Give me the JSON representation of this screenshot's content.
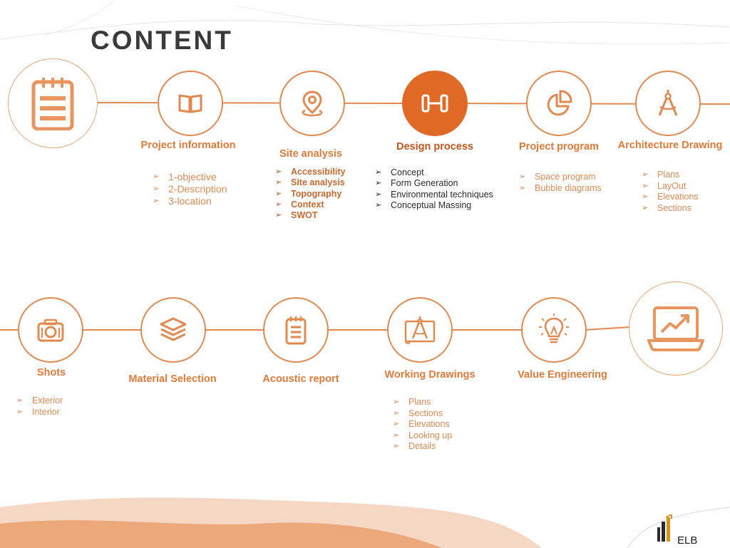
{
  "page": {
    "title": "CONTENT"
  },
  "top_row": [
    {
      "label": "Project information",
      "icon": "book-icon",
      "items": [
        "1-objective",
        "2-Description",
        " 3-location"
      ]
    },
    {
      "label": "Site analysis",
      "icon": "location-pin-icon",
      "items": [
        "Accessibility",
        "Site analysis",
        "Topography",
        "Context",
        "SWOT"
      ]
    },
    {
      "label": "Design process",
      "icon": "dumbbell-icon",
      "items": [
        "Concept",
        "Form Generation",
        "Environmental techniques",
        "Conceptual Massing"
      ]
    },
    {
      "label": "Project program",
      "icon": "pie-chart-icon",
      "items": [
        "Space program",
        " Bubble diagrams"
      ]
    },
    {
      "label": "Architecture Drawing",
      "icon": "compass-icon",
      "items": [
        "Plans",
        "LayOut",
        "Elevations",
        "Sections"
      ]
    }
  ],
  "bottom_row": [
    {
      "label": "Shots",
      "icon": "camera-icon",
      "items": [
        "Exterior",
        "Interior"
      ]
    },
    {
      "label": "Material Selection",
      "icon": "layers-icon",
      "items": []
    },
    {
      "label": "Acoustic report",
      "icon": "notepad-icon",
      "items": []
    },
    {
      "label": "Working Drawings",
      "icon": "blueprint-icon",
      "items": [
        "Plans",
        "Sections",
        "Elevations",
        "Looking up",
        "Details"
      ]
    },
    {
      "label": "Value Engineering",
      "icon": "lightbulb-icon",
      "items": []
    }
  ],
  "start_icon": "notepad-icon",
  "end_icon": "laptop-chart-icon",
  "logo": {
    "text": "ELB"
  },
  "colors": {
    "accent": "#e2894f",
    "accent_dark": "#e06a25",
    "wave_light": "#f6d7c3",
    "wave_dark": "#eca77b"
  }
}
